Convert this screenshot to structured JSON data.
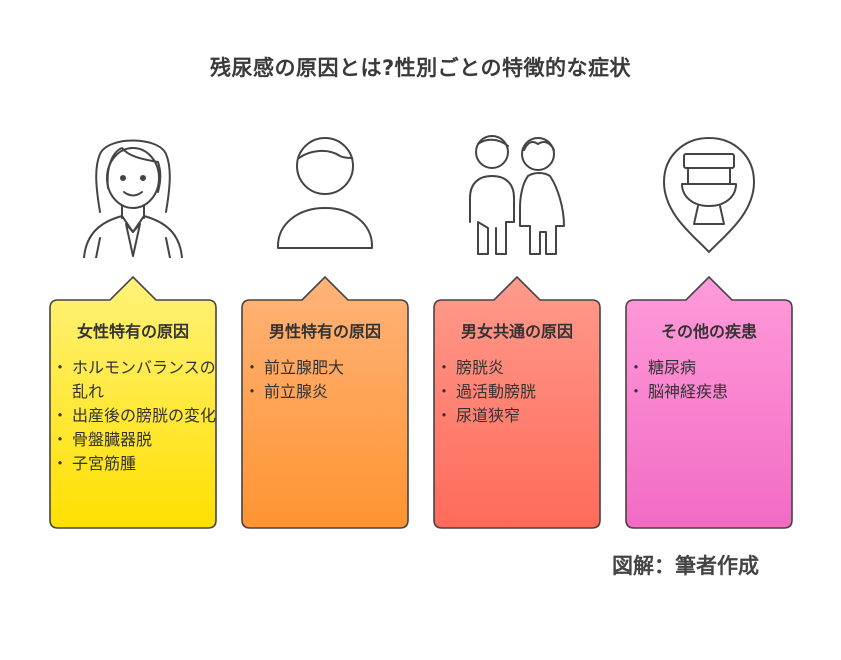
{
  "title": "残尿感の原因とは?性別ごとの特徴的な症状",
  "credit": "図解：筆者作成",
  "colors": {
    "card1_top": "#FFF27A",
    "card1_bottom": "#FFE000",
    "card2_top": "#FFB37A",
    "card2_bottom": "#FF9431",
    "card3_top": "#FF9B8C",
    "card3_bottom": "#FF6A5A",
    "card4_top": "#FF9BDA",
    "card4_bottom": "#F26BC4",
    "stroke": "#444444"
  },
  "cards": [
    {
      "icon": "woman-icon",
      "title": "女性特有の原因",
      "items": [
        "ホルモンバランスの乱れ",
        "出産後の膀胱の変化",
        "骨盤臓器脱",
        "子宮筋腫"
      ]
    },
    {
      "icon": "man-icon",
      "title": "男性特有の原因",
      "items": [
        "前立腺肥大",
        "前立腺炎"
      ]
    },
    {
      "icon": "couple-icon",
      "title": "男女共通の原因",
      "items": [
        "膀胱炎",
        "過活動膀胱",
        "尿道狭窄"
      ]
    },
    {
      "icon": "toilet-location-icon",
      "title": "その他の疾患",
      "items": [
        "糖尿病",
        "脳神経疾患"
      ]
    }
  ]
}
